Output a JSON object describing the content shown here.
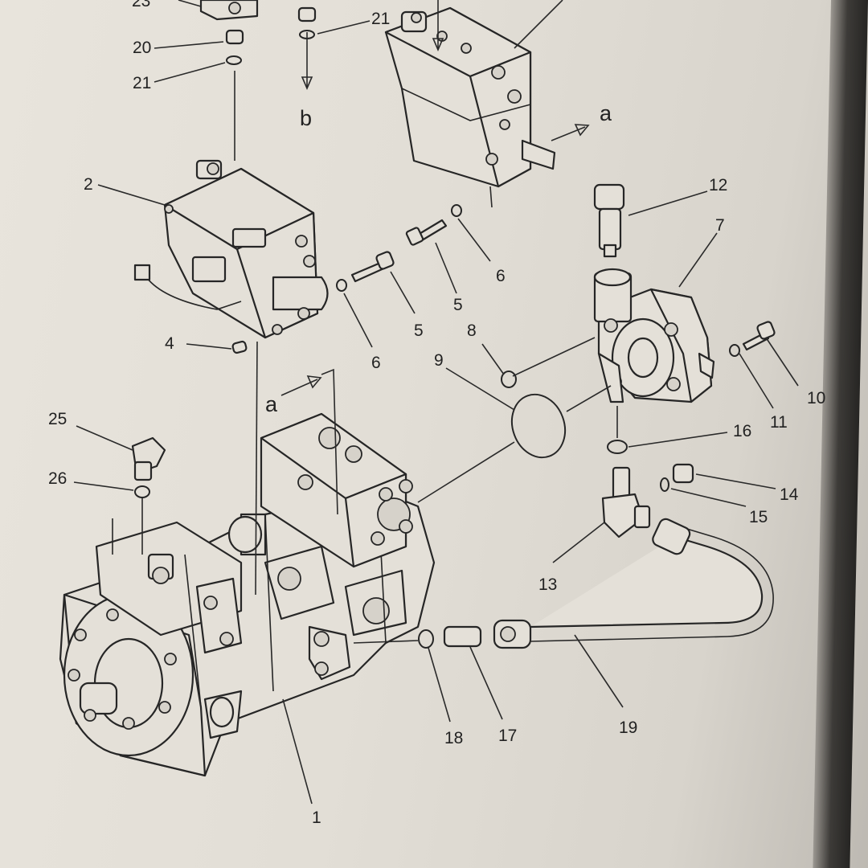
{
  "callouts": {
    "c1": "1",
    "c2": "2",
    "c4": "4",
    "c5a": "5",
    "c5b": "5",
    "c6a": "6",
    "c6b": "6",
    "c7": "7",
    "c8": "8",
    "c9": "9",
    "c10": "10",
    "c11": "11",
    "c12": "12",
    "c13": "13",
    "c14": "14",
    "c15": "15",
    "c16": "16",
    "c17": "17",
    "c18": "18",
    "c19": "19",
    "c20": "20",
    "c21a": "21",
    "c21b": "21",
    "c23": "23",
    "c25": "25",
    "c26": "26"
  },
  "references": {
    "a_top": "a",
    "a_left": "a",
    "b": "b"
  }
}
